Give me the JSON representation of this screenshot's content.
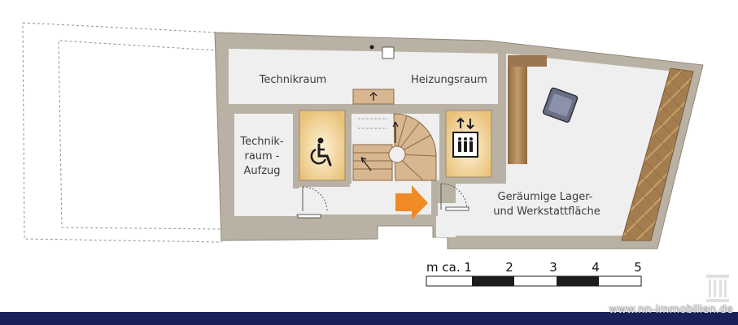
{
  "rooms": {
    "technikraum": "Technikraum",
    "heizungsraum": "Heizungsraum",
    "technikraum_aufzug": [
      "Technik-",
      "raum -",
      "Aufzug"
    ],
    "lager": [
      "Geräumige Lager-",
      "und Werkstattfläche"
    ]
  },
  "scale": {
    "prefix": "m ca. 1",
    "ticks": [
      "2",
      "3",
      "4",
      "5"
    ]
  },
  "watermark": "www.nn-immobilien.de",
  "icons": {
    "wheelchair": "wheelchair-icon",
    "elevator": "elevator-icon",
    "entrance_arrow": "entrance-arrow-icon",
    "logo": "logo-columns-icon"
  },
  "colors": {
    "wall": "#b9b2a4",
    "floor": "#eeeeee",
    "accent_orange": "#f08a24",
    "footer": "#19215a"
  }
}
